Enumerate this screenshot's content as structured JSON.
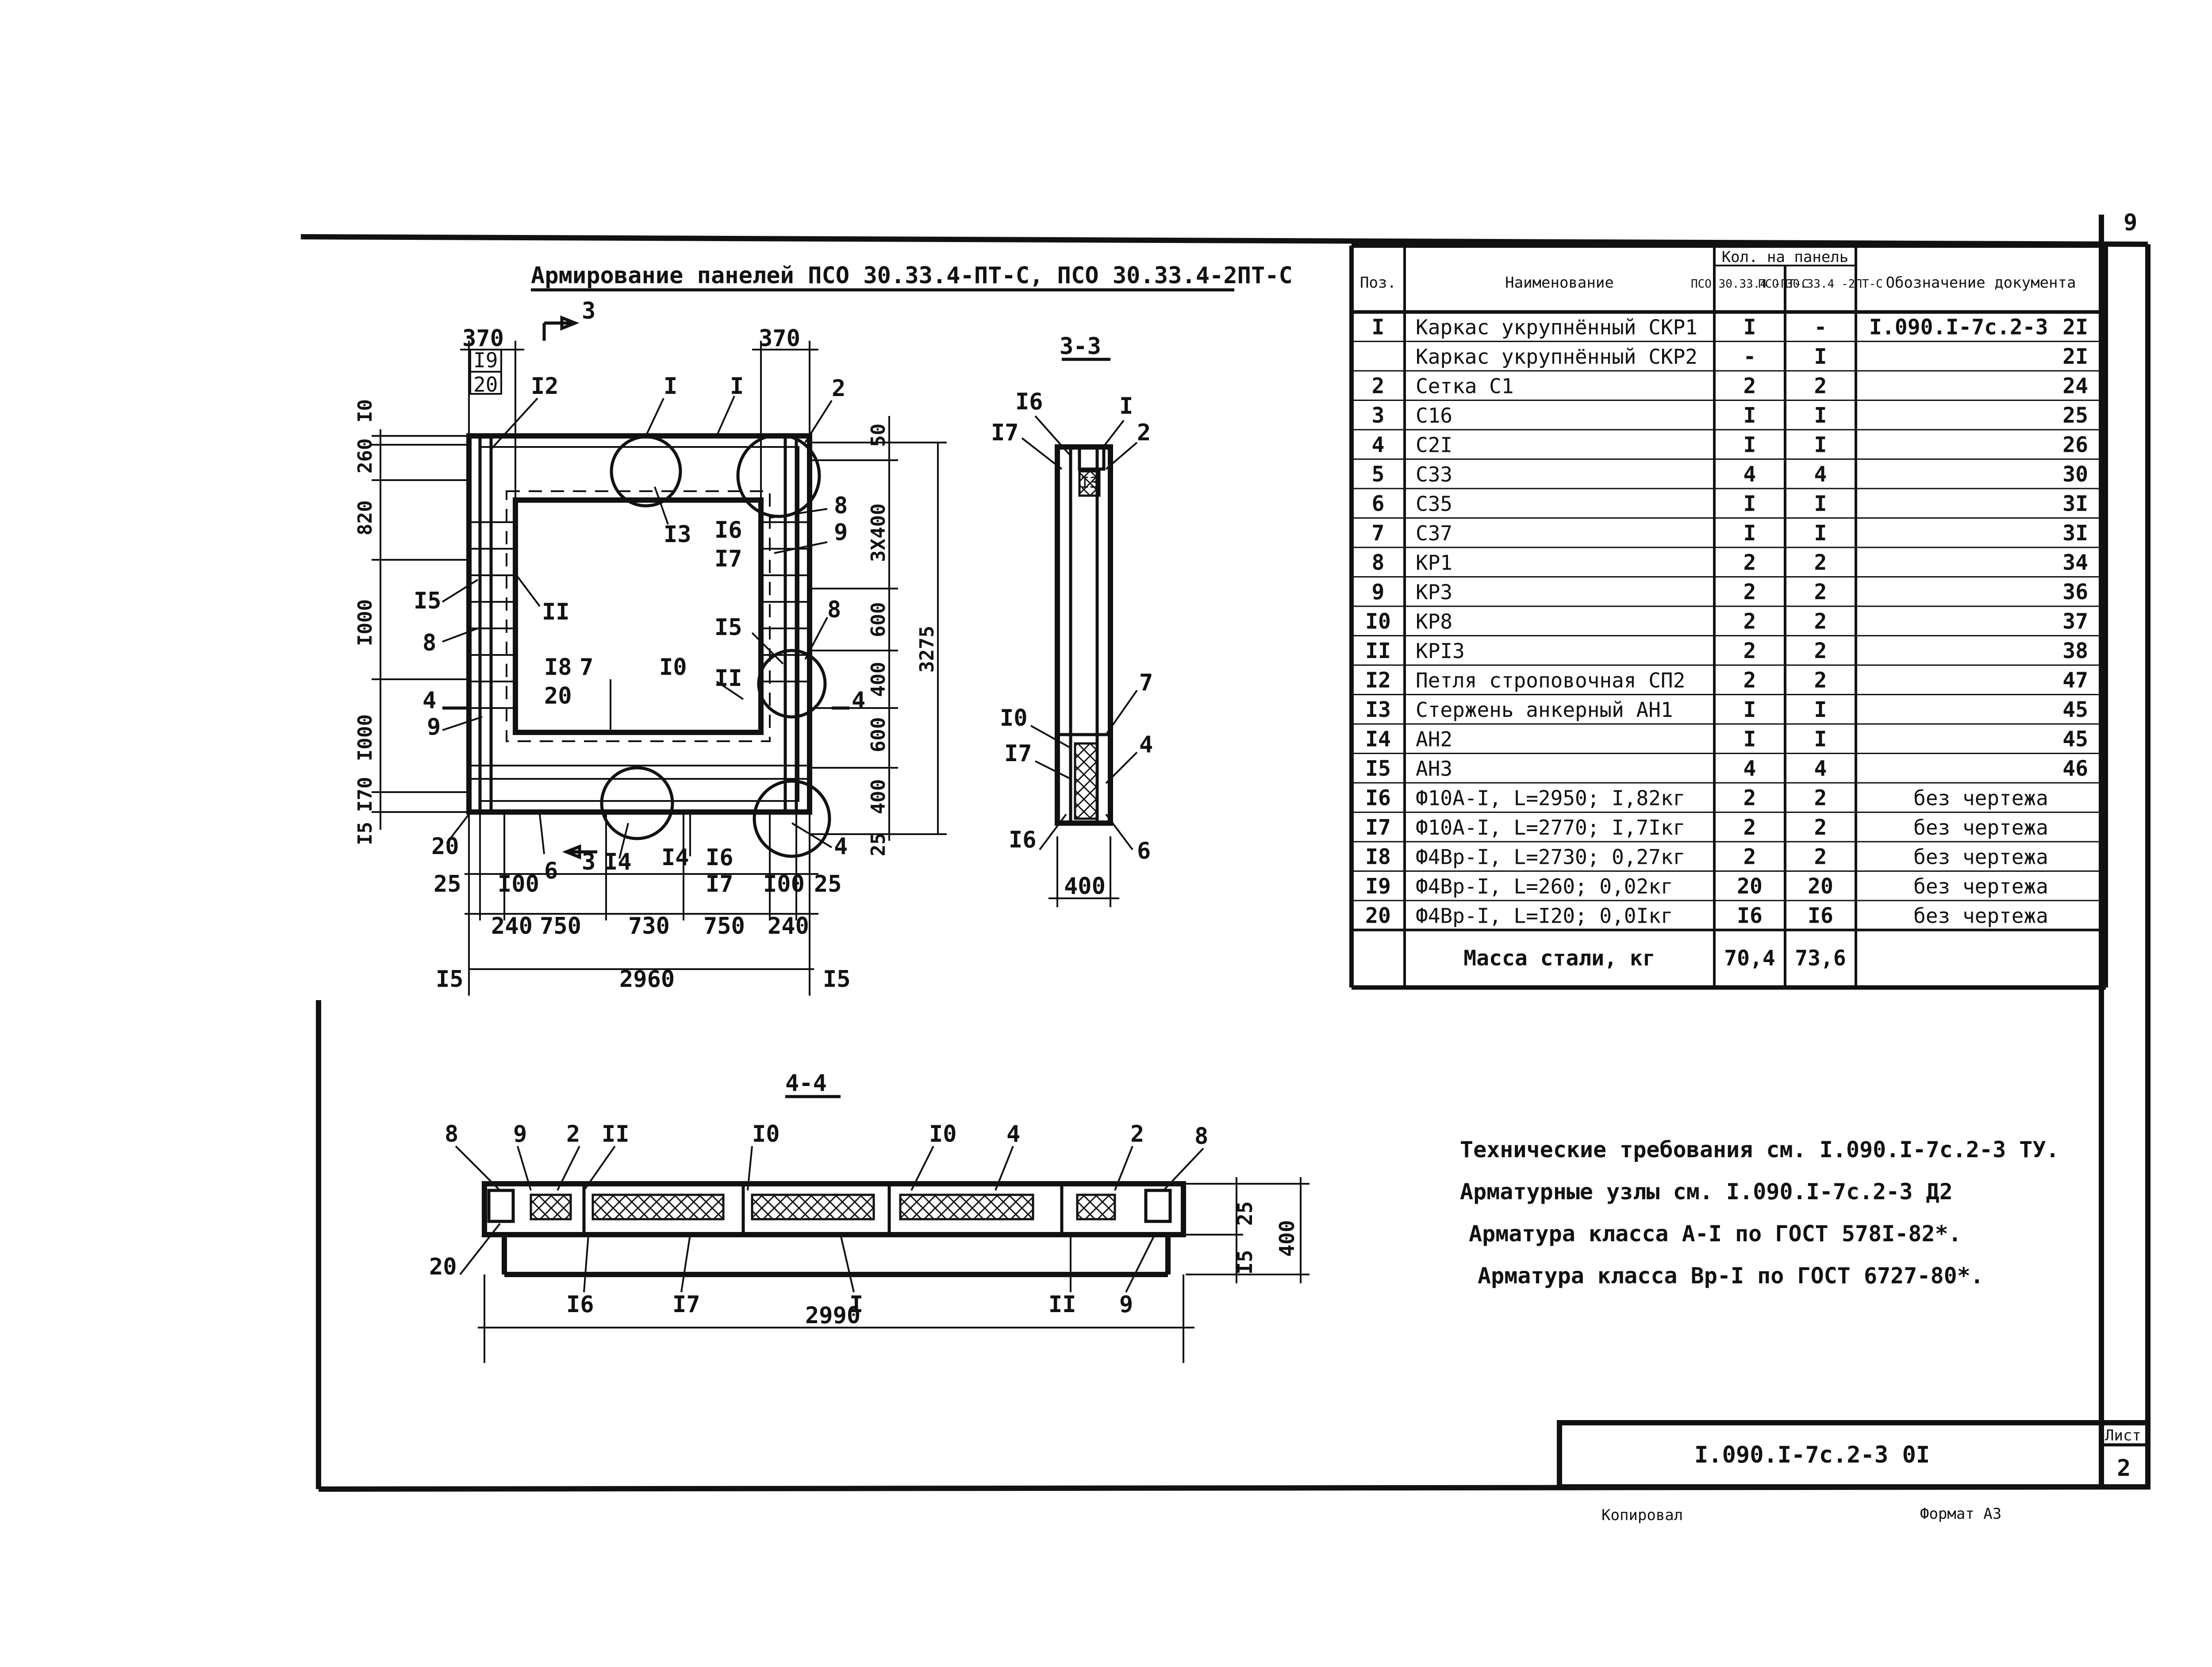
{
  "sheet_corner_number": "9",
  "plan": {
    "title": "Армирование панелей ПСО 30.33.4-ПТ-С, ПСО 30.33.4-2ПТ-С",
    "section_mark": "3",
    "dims_top": [
      "370",
      "370"
    ],
    "small_top": [
      "I9",
      "20"
    ],
    "dims_left": [
      "I0",
      "260",
      "820",
      "I000",
      "I000",
      "I70",
      "I5"
    ],
    "dims_right": [
      "50",
      "3X400",
      "600",
      "400",
      "600",
      "400",
      "25"
    ],
    "overall_height": "3275",
    "dims_bottom_row1": [
      "25",
      "I00",
      "I00",
      "25"
    ],
    "dims_bottom_row2": [
      "240",
      "750",
      "730",
      "750",
      "240"
    ],
    "overall_width": "2960",
    "edge_dims": [
      "I5",
      "I5"
    ],
    "callouts": [
      "I2",
      "I",
      "I",
      "2",
      "I3",
      "I6",
      "I7",
      "8",
      "9",
      "II",
      "I5",
      "8",
      "8",
      "I5",
      "I8",
      "20",
      "7",
      "I0",
      "II",
      "4",
      "4",
      "9",
      "20",
      "6",
      "I4",
      "I4",
      "I6",
      "I7",
      "4",
      "3",
      "8"
    ]
  },
  "section_3_3": {
    "title": "3-3",
    "callouts": [
      "I6",
      "I",
      "I7",
      "2",
      "7",
      "I0",
      "I7",
      "4",
      "I6",
      "6"
    ],
    "width": "400",
    "inner_label": "I3"
  },
  "section_4_4": {
    "title": "4-4",
    "callouts_top": [
      "8",
      "9",
      "2",
      "II",
      "I0",
      "I0",
      "4",
      "2",
      "8"
    ],
    "callouts_bottom": [
      "20",
      "I6",
      "I7",
      "I",
      "II",
      "9"
    ],
    "dims_right": [
      "25",
      "I5",
      "400"
    ],
    "overall_length": "2990"
  },
  "spec_table": {
    "header": {
      "pos": "Поз.",
      "name": "Наименование",
      "qty_group": "Кол. на панель",
      "qty_col1": "ПСО 30.33.4 -ПТ-С",
      "qty_col2": "ПСО 30.33.4 -2ПТ-С",
      "doc": "Обозначение документа"
    },
    "rows": [
      {
        "pos": "I",
        "name": "Каркас укрупнённый СКР1",
        "q1": "I",
        "q2": "-",
        "doc": "I.090.I-7с.2-3",
        "page": "2I"
      },
      {
        "pos": "",
        "name": "Каркас укрупнённый СКР2",
        "q1": "-",
        "q2": "I",
        "doc": "",
        "page": "2I"
      },
      {
        "pos": "2",
        "name": "Сетка С1",
        "q1": "2",
        "q2": "2",
        "doc": "",
        "page": "24"
      },
      {
        "pos": "3",
        "name": "С16",
        "q1": "I",
        "q2": "I",
        "doc": "",
        "page": "25"
      },
      {
        "pos": "4",
        "name": "С2I",
        "q1": "I",
        "q2": "I",
        "doc": "",
        "page": "26"
      },
      {
        "pos": "5",
        "name": "С33",
        "q1": "4",
        "q2": "4",
        "doc": "",
        "page": "30"
      },
      {
        "pos": "6",
        "name": "С35",
        "q1": "I",
        "q2": "I",
        "doc": "",
        "page": "3I"
      },
      {
        "pos": "7",
        "name": "С37",
        "q1": "I",
        "q2": "I",
        "doc": "",
        "page": "3I"
      },
      {
        "pos": "8",
        "name": "КР1",
        "q1": "2",
        "q2": "2",
        "doc": "",
        "page": "34"
      },
      {
        "pos": "9",
        "name": "КР3",
        "q1": "2",
        "q2": "2",
        "doc": "",
        "page": "36"
      },
      {
        "pos": "I0",
        "name": "КР8",
        "q1": "2",
        "q2": "2",
        "doc": "",
        "page": "37"
      },
      {
        "pos": "II",
        "name": "КРI3",
        "q1": "2",
        "q2": "2",
        "doc": "",
        "page": "38"
      },
      {
        "pos": "I2",
        "name": "Петля строповочная СП2",
        "q1": "2",
        "q2": "2",
        "doc": "",
        "page": "47"
      },
      {
        "pos": "I3",
        "name": "Стержень анкерный АН1",
        "q1": "I",
        "q2": "I",
        "doc": "",
        "page": "45"
      },
      {
        "pos": "I4",
        "name": "АН2",
        "q1": "I",
        "q2": "I",
        "doc": "",
        "page": "45"
      },
      {
        "pos": "I5",
        "name": "АН3",
        "q1": "4",
        "q2": "4",
        "doc": "",
        "page": "46"
      },
      {
        "pos": "I6",
        "name": "Ф10А-I, L=2950; I,82кг",
        "q1": "2",
        "q2": "2",
        "doc": "без чертежа",
        "page": ""
      },
      {
        "pos": "I7",
        "name": "Ф10А-I, L=2770; I,7Iкг",
        "q1": "2",
        "q2": "2",
        "doc": "без чертежа",
        "page": ""
      },
      {
        "pos": "I8",
        "name": "Ф4Вр-I, L=2730; 0,27кг",
        "q1": "2",
        "q2": "2",
        "doc": "без чертежа",
        "page": ""
      },
      {
        "pos": "I9",
        "name": "Ф4Вр-I, L=260; 0,02кг",
        "q1": "20",
        "q2": "20",
        "doc": "без чертежа",
        "page": ""
      },
      {
        "pos": "20",
        "name": "Ф4Вр-I, L=I20; 0,0Iкг",
        "q1": "I6",
        "q2": "I6",
        "doc": "без чертежа",
        "page": ""
      }
    ],
    "total_label": "Масса стали, кг",
    "total_q1": "70,4",
    "total_q2": "73,6"
  },
  "notes": [
    "Технические требования см. I.090.I-7с.2-3 ТУ.",
    "Арматурные узлы см. I.090.I-7с.2-3 Д2",
    "Арматура класса А-I по ГОСТ 578I-82*.",
    "Арматура класса Вр-I по ГОСТ 6727-80*."
  ],
  "title_block": {
    "code": "I.090.I-7с.2-3 0I",
    "sheet_label": "Лист",
    "sheet_number": "2"
  },
  "footer": {
    "copied": "Копировал",
    "format": "Формат А3"
  }
}
